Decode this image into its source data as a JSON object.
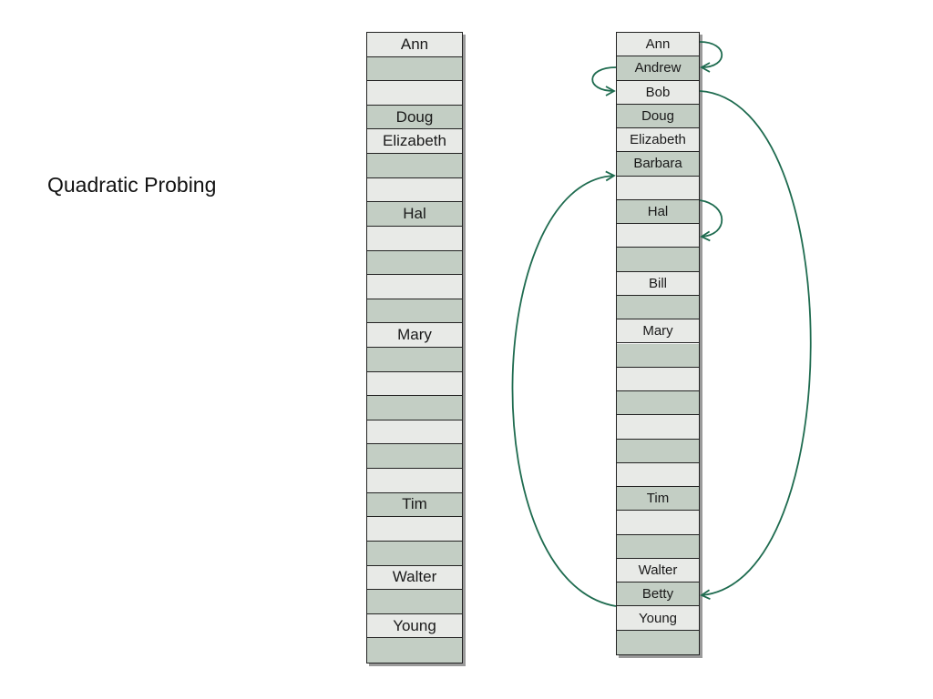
{
  "title": "Quadratic Probing",
  "colors": {
    "slot_light": "#e8eae7",
    "slot_dark": "#c3cec4",
    "border": "#222222",
    "arrow": "#1e6b4f"
  },
  "tables": {
    "left": {
      "slots": [
        "Ann",
        "",
        "",
        "Doug",
        "Elizabeth",
        "",
        "",
        "Hal",
        "",
        "",
        "",
        "",
        "Mary",
        "",
        "",
        "",
        "",
        "",
        "",
        "Tim",
        "",
        "",
        "Walter",
        "",
        "Young",
        ""
      ]
    },
    "right": {
      "slots": [
        "Ann",
        "Andrew",
        "Bob",
        "Doug",
        "Elizabeth",
        "Barbara",
        "",
        "Hal",
        "",
        "",
        "Bill",
        "",
        "Mary",
        "",
        "",
        "",
        "",
        "",
        "",
        "Tim",
        "",
        "",
        "Walter",
        "Betty",
        "Young",
        ""
      ]
    }
  },
  "probe_arrows": [
    {
      "from": "Ann",
      "to": "Andrew"
    },
    {
      "from": "Andrew",
      "to": "Bob"
    },
    {
      "from": "Bob",
      "to": "Betty"
    },
    {
      "from": "Betty",
      "to": "Barbara"
    },
    {
      "from": "Hal",
      "to": "empty slot below Hal"
    }
  ]
}
